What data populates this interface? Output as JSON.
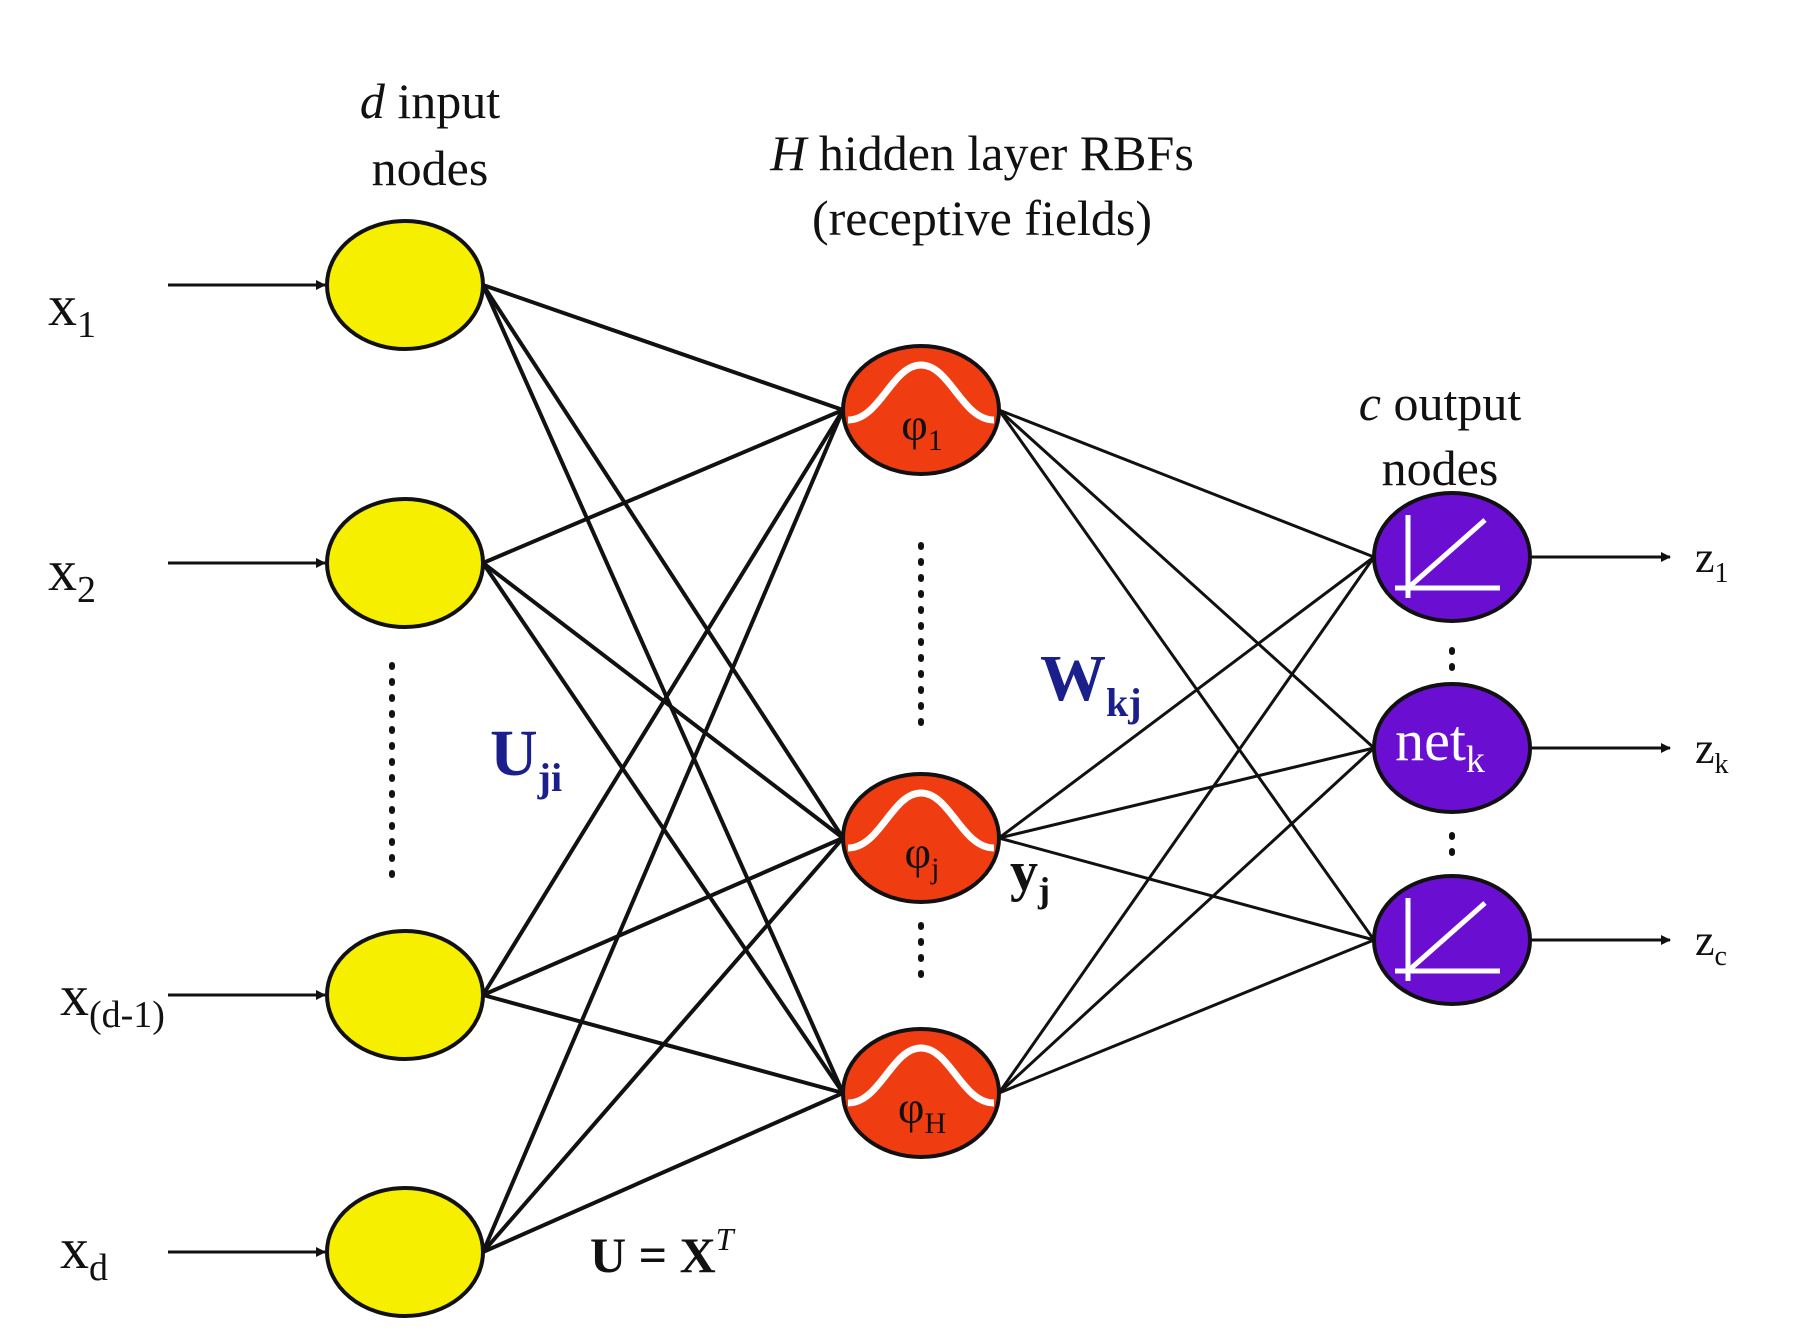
{
  "headings": {
    "input_italic": "d",
    "input_rest": " input",
    "input_line2": "nodes",
    "hidden_italic": "H",
    "hidden_rest": " hidden layer RBFs",
    "hidden_line2": "(receptive fields)",
    "output_italic": "c",
    "output_rest": " output",
    "output_line2": "nodes"
  },
  "inputs": [
    {
      "base": "x",
      "sub": "1"
    },
    {
      "base": "x",
      "sub": "2"
    },
    {
      "base": "x",
      "sub": "(d-1)"
    },
    {
      "base": "x",
      "sub": "d"
    }
  ],
  "hidden": [
    {
      "base": "φ",
      "sub": "1"
    },
    {
      "base": "φ",
      "sub": "j"
    },
    {
      "base": "φ",
      "sub": "H"
    }
  ],
  "outputs": [
    {
      "label": "z",
      "sub": "1"
    },
    {
      "label": "z",
      "sub": "k"
    },
    {
      "label": "z",
      "sub": "c"
    }
  ],
  "net_label": {
    "base": "net",
    "sub": "k"
  },
  "weights": {
    "u_base": "U",
    "u_sub": "ji",
    "w_base": "W",
    "w_sub": "kj",
    "y_base": "y",
    "y_sub": "j"
  },
  "equation": {
    "lhs": "U = X",
    "sup": "T"
  },
  "colors": {
    "input_fill": "#f7ef00",
    "hidden_fill": "#ef3c10",
    "output_fill": "#6a0fd2",
    "weight_label": "#1a1f8c",
    "edge": "#111111"
  }
}
